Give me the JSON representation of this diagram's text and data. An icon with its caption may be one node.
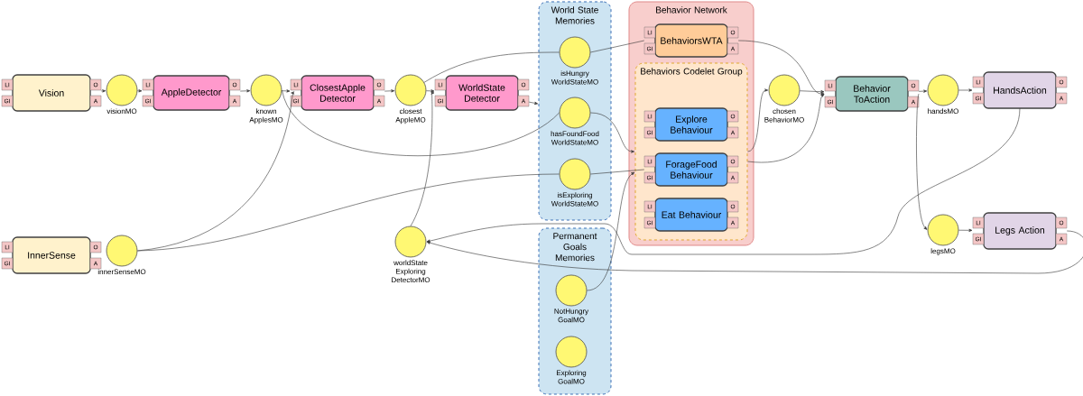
{
  "diagram": {
    "nodes": [
      {
        "text": [
          "LI",
          "GI",
          "Vision",
          "O",
          "A"
        ]
      },
      {
        "text": [],
        "shape": "circle",
        "beside": [
          "visionMO"
        ]
      },
      {
        "text": [
          "LI",
          "GI",
          "AppleDetector",
          "O",
          "A"
        ]
      },
      {
        "text": [],
        "shape": "circle",
        "beside": [
          "known ApplesMO"
        ]
      },
      {
        "text": [
          "LI",
          "GI",
          "ClosestApple Detector",
          "O",
          "A"
        ]
      },
      {
        "text": [],
        "shape": "circle",
        "beside": [
          "closest AppleMO"
        ]
      },
      {
        "text": [
          "LI",
          "GI",
          "WorldState Detector",
          "O",
          "A"
        ]
      },
      {
        "text": [
          "World State Memories"
        ]
      },
      {
        "text": [],
        "shape": "circle",
        "beside": [
          "isHungry WorldStateMO"
        ],
        "in": 7
      },
      {
        "text": [],
        "shape": "circle",
        "beside": [
          "hasFoundFood WorldStateMO"
        ],
        "in": 7
      },
      {
        "text": [],
        "shape": "circle",
        "beside": [
          "isExploring WorldStateMO"
        ],
        "in": 7
      },
      {
        "text": [
          "Behavior Network"
        ]
      },
      {
        "text": [
          "LI",
          "GI",
          "BehaviorsWTA",
          "O",
          "A"
        ],
        "in": 11
      },
      {
        "text": [
          "Behaviors Codelet Group"
        ],
        "in": 11
      },
      {
        "text": [
          "LI",
          "GI",
          "Explore Behaviour",
          "O",
          "A"
        ],
        "in": 13
      },
      {
        "text": [
          "LI",
          "GI",
          "ForageFood Behaviour",
          "O",
          "A"
        ],
        "in": 13
      },
      {
        "text": [
          "LI",
          "GI",
          "Eat Behaviour",
          "O",
          "A"
        ],
        "in": 13
      },
      {
        "text": [],
        "shape": "circle",
        "beside": [
          "chosen BehaviorMO"
        ]
      },
      {
        "text": [
          "LI",
          "GI",
          "Behavior ToAction",
          "O",
          "A"
        ]
      },
      {
        "text": [],
        "shape": "circle",
        "beside": [
          "handsMO"
        ]
      },
      {
        "text": [
          "LI",
          "GI",
          "HandsAction",
          "O",
          "A"
        ]
      },
      {
        "text": [],
        "shape": "circle",
        "beside": [
          "legsMO"
        ]
      },
      {
        "text": [
          "LI",
          "GI",
          "Legs Action",
          "O",
          "A"
        ]
      },
      {
        "text": [
          "LI",
          "GI",
          "InnerSense",
          "O",
          "A"
        ]
      },
      {
        "text": [],
        "shape": "circle",
        "beside": [
          "innerSenseMO"
        ]
      },
      {
        "text": [],
        "shape": "circle",
        "beside": [
          "worldState Exploring DetectorMO"
        ]
      },
      {
        "text": [
          "Permanent Goals Memories"
        ]
      },
      {
        "text": [],
        "shape": "circle",
        "beside": [
          "NotHungry GoalMO"
        ],
        "in": 26
      },
      {
        "text": [],
        "shape": "circle",
        "beside": [
          "Exploring GoalMO"
        ],
        "in": 26
      }
    ],
    "edges": [
      {
        "from": 0,
        "to": 1,
        "arrow": "to"
      },
      {
        "from": 1,
        "to": 2,
        "arrow": "to"
      },
      {
        "from": 2,
        "to": 3,
        "arrow": "to"
      },
      {
        "from": 3,
        "to": 4,
        "arrow": "to"
      },
      {
        "from": 4,
        "to": 5,
        "arrow": "to"
      },
      {
        "from": 5,
        "to": 6,
        "arrow": "to"
      },
      {
        "from": 6,
        "to": 7,
        "arrow": "to"
      },
      {
        "from": 24,
        "to": 4,
        "arrow": "to"
      },
      {
        "from": 25,
        "to": 6,
        "arrow": "to"
      },
      {
        "from": 5,
        "to": 8,
        "arrow": "none"
      },
      {
        "from": 3,
        "to": 9,
        "arrow": "none"
      },
      {
        "from": 24,
        "to": 10,
        "arrow": "none"
      },
      {
        "from": 8,
        "to": 12,
        "arrow": "none"
      },
      {
        "from": 12,
        "to": 18,
        "arrow": "to"
      },
      {
        "from": 9,
        "to": 13,
        "arrow": "to"
      },
      {
        "from": 10,
        "to": 15,
        "arrow": "none"
      },
      {
        "from": 27,
        "to": 13,
        "arrow": "to"
      },
      {
        "from": 13,
        "to": 17,
        "arrow": "to"
      },
      {
        "from": 17,
        "to": 18,
        "arrow": "to"
      },
      {
        "from": 13,
        "to": 18,
        "arrow": "to"
      },
      {
        "from": 18,
        "to": 19,
        "arrow": "to"
      },
      {
        "from": 19,
        "to": 20,
        "arrow": "to"
      },
      {
        "from": 18,
        "to": 21,
        "arrow": "to"
      },
      {
        "from": 21,
        "to": 22,
        "arrow": "to"
      },
      {
        "from": 20,
        "to": 25,
        "arrow": "to"
      },
      {
        "from": 22,
        "to": 25,
        "arrow": "to"
      }
    ]
  }
}
